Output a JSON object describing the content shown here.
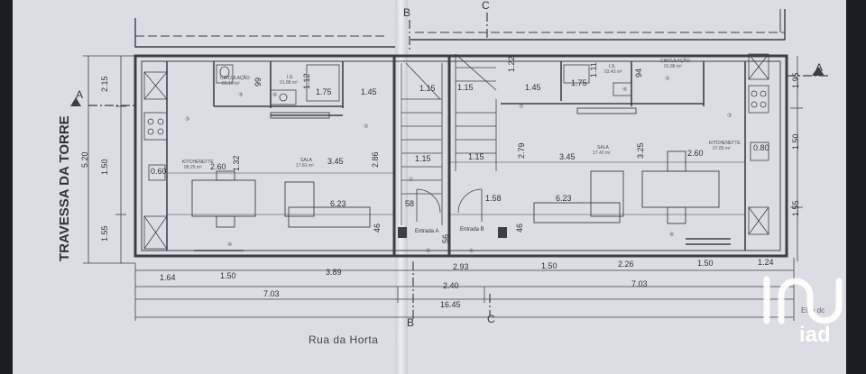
{
  "streets": {
    "side": "TRAVESSA DA TORRE",
    "bottom": "Rua da Horta"
  },
  "sections": {
    "a_left": "A",
    "a_right": "A",
    "b_top": "B",
    "b_bottom": "B",
    "c_top": "C",
    "c_bottom": "C"
  },
  "rooms": {
    "left_kitchenette": "KITCHENETTE",
    "left_kitchenette_area": "08.25 m²",
    "left_sala": "SALA",
    "left_sala_area": "17.81 m²",
    "left_circ": "CIRCULAÇÃO",
    "left_circ_area": "01.15 m²",
    "left_is": "I.S.",
    "left_is_area": "01.88 m²",
    "right_kitchenette": "KITCHENETTE",
    "right_kitchenette_area": "07.85 m²",
    "right_sala": "SALA",
    "right_sala_area": "17.42 m²",
    "right_circ": "CIRCULAÇÃO",
    "right_circ_area": "01.88 m²",
    "right_is": "I.S.",
    "right_is_area": "03.43 m²"
  },
  "entrances": {
    "a": "Entrada A",
    "b": "Entrada B"
  },
  "dims_left_side": {
    "d1": "2.15",
    "d2": "5.20",
    "d3": "1.50",
    "d4": "1.55"
  },
  "dims_right_side": {
    "d1": "1.95",
    "d2": "1.50",
    "d3": "1.55"
  },
  "dims_plan": {
    "l_175": "1.75",
    "l_145": "1.45",
    "l_112": "1.12",
    "l_99": "99",
    "l_115a": "1.15",
    "l_260": "2.60",
    "l_132": "1.32",
    "l_345": "3.45",
    "l_286": "2.86",
    "l_060": "0.60",
    "l_115b": "1.15",
    "l_623": "6.23",
    "l_58": "58",
    "l_46": "46",
    "r_115": "1.15",
    "r_122": "1.22",
    "r_145": "1.45",
    "r_175": "1.75",
    "r_111": "1.11",
    "r_94": "94",
    "r_279": "2.79",
    "r_115b": "1.15",
    "r_345": "3.45",
    "r_325": "3.25",
    "r_260": "2.60",
    "r_080": "0.80",
    "r_158": "1.58",
    "r_623": "6.23",
    "r_46": "46",
    "r_56": "56"
  },
  "dims_bottom": {
    "b1": "1.64",
    "b2": "1.50",
    "b3": "3.89",
    "b4": "2.93",
    "b5": "1.50",
    "b6": "2.26",
    "b7": "1.50",
    "b8": "1.24",
    "t1": "7.03",
    "t2": "2.40",
    "t3": "7.03",
    "total": "16.45"
  },
  "marks": {
    "m3": "③",
    "m4": "④",
    "m5": "⑤",
    "m1": "①",
    "m6": "⑥"
  },
  "handwriting": "Elza dc",
  "brand": {
    "name": "iad",
    "color": "#ffffff"
  }
}
